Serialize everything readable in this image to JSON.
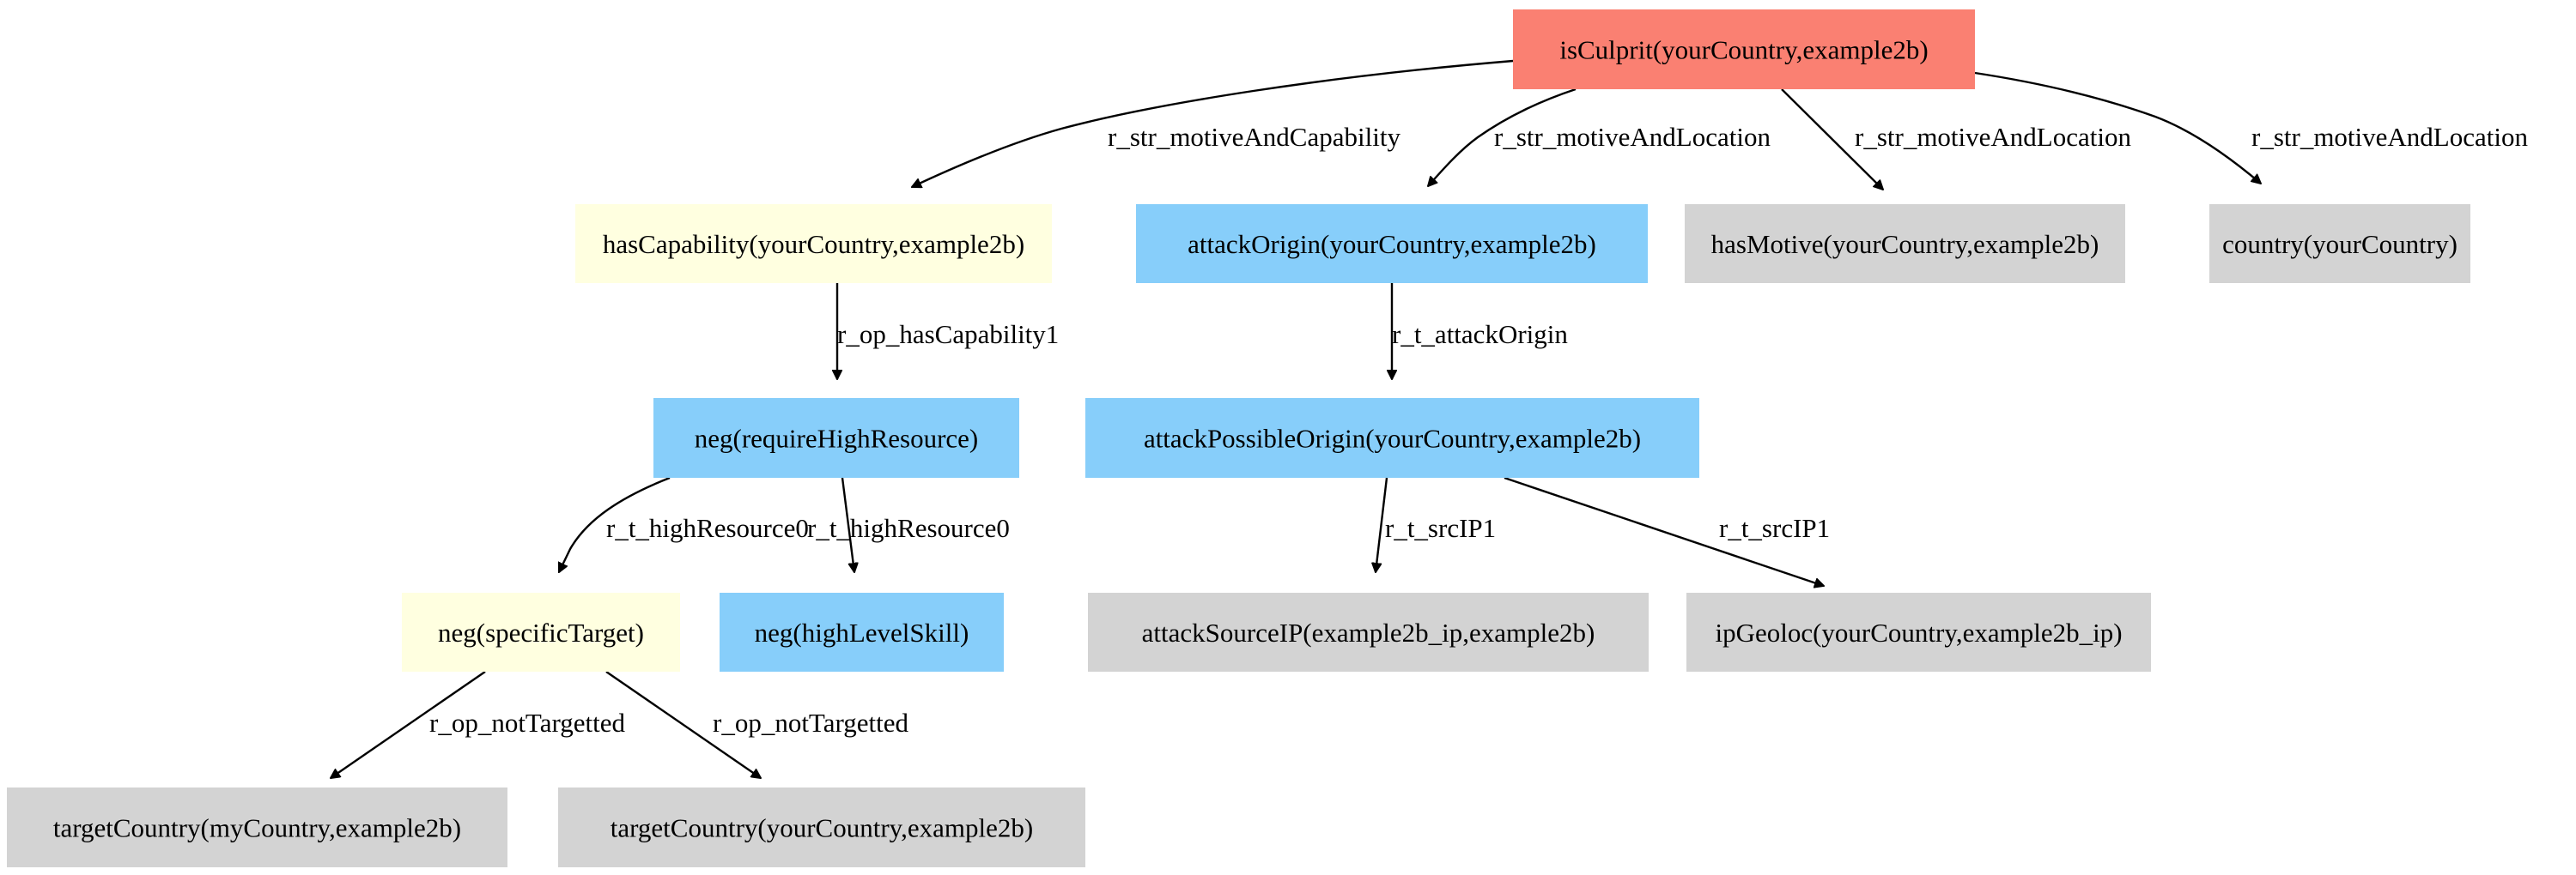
{
  "colors": {
    "root": "#fa8072",
    "yellow": "#ffffe0",
    "blue": "#87cefa",
    "gray": "#d3d3d3"
  },
  "nodes": [
    {
      "id": "n_isculprit",
      "label": "isCulprit(yourCountry,example2b)",
      "fill": "root"
    },
    {
      "id": "n_hascapability",
      "label": "hasCapability(yourCountry,example2b)",
      "fill": "yellow"
    },
    {
      "id": "n_attackorigin",
      "label": "attackOrigin(yourCountry,example2b)",
      "fill": "blue"
    },
    {
      "id": "n_hasmotive",
      "label": "hasMotive(yourCountry,example2b)",
      "fill": "gray"
    },
    {
      "id": "n_country",
      "label": "country(yourCountry)",
      "fill": "gray"
    },
    {
      "id": "n_requirehighresource",
      "label": "neg(requireHighResource)",
      "fill": "blue"
    },
    {
      "id": "n_attackpossibleorigin",
      "label": "attackPossibleOrigin(yourCountry,example2b)",
      "fill": "blue"
    },
    {
      "id": "n_specifictarget",
      "label": "neg(specificTarget)",
      "fill": "yellow"
    },
    {
      "id": "n_highlevelskill",
      "label": "neg(highLevelSkill)",
      "fill": "blue"
    },
    {
      "id": "n_attacksourceip",
      "label": "attackSourceIP(example2b_ip,example2b)",
      "fill": "gray"
    },
    {
      "id": "n_ipgeoloc",
      "label": "ipGeoloc(yourCountry,example2b_ip)",
      "fill": "gray"
    },
    {
      "id": "n_target_my",
      "label": "targetCountry(myCountry,example2b)",
      "fill": "gray"
    },
    {
      "id": "n_target_your",
      "label": "targetCountry(yourCountry,example2b)",
      "fill": "gray"
    }
  ],
  "edges": [
    {
      "id": "e1",
      "from": "n_isculprit",
      "to": "n_hascapability",
      "label": "r_str_motiveAndCapability"
    },
    {
      "id": "e2",
      "from": "n_isculprit",
      "to": "n_attackorigin",
      "label": "r_str_motiveAndLocation"
    },
    {
      "id": "e3",
      "from": "n_isculprit",
      "to": "n_hasmotive",
      "label": "r_str_motiveAndLocation"
    },
    {
      "id": "e4",
      "from": "n_isculprit",
      "to": "n_country",
      "label": "r_str_motiveAndLocation"
    },
    {
      "id": "e5",
      "from": "n_hascapability",
      "to": "n_requirehighresource",
      "label": "r_op_hasCapability1"
    },
    {
      "id": "e6",
      "from": "n_attackorigin",
      "to": "n_attackpossibleorigin",
      "label": "r_t_attackOrigin"
    },
    {
      "id": "e7",
      "from": "n_requirehighresource",
      "to": "n_specifictarget",
      "label": "r_t_highResource0"
    },
    {
      "id": "e8",
      "from": "n_requirehighresource",
      "to": "n_highlevelskill",
      "label": "r_t_highResource0"
    },
    {
      "id": "e9",
      "from": "n_attackpossibleorigin",
      "to": "n_attacksourceip",
      "label": "r_t_srcIP1"
    },
    {
      "id": "e10",
      "from": "n_attackpossibleorigin",
      "to": "n_ipgeoloc",
      "label": "r_t_srcIP1"
    },
    {
      "id": "e11",
      "from": "n_specifictarget",
      "to": "n_target_my",
      "label": "r_op_notTargetted"
    },
    {
      "id": "e12",
      "from": "n_specifictarget",
      "to": "n_target_your",
      "label": "r_op_notTargetted"
    }
  ]
}
